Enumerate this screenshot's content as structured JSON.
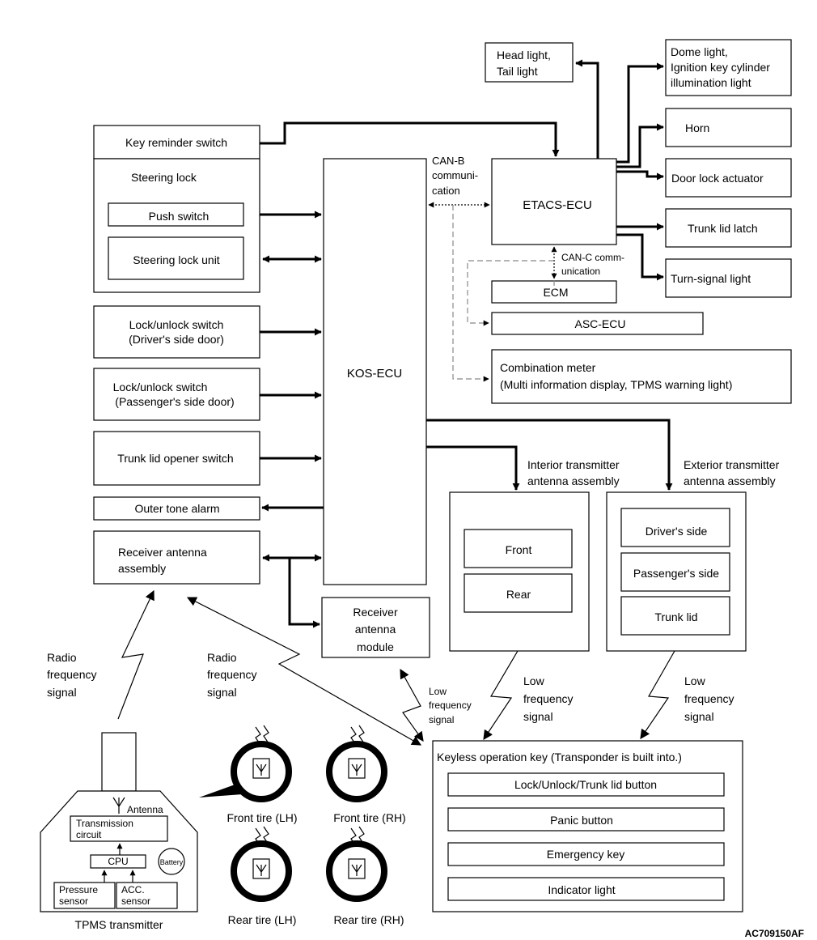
{
  "headlight": [
    "Head light,",
    "Tail light"
  ],
  "dome": [
    "Dome light,",
    "Ignition key cylinder",
    "illumination light"
  ],
  "horn": "Horn",
  "door_lock": "Door lock actuator",
  "trunk_latch": "Trunk lid latch",
  "turn_signal": "Turn-signal light",
  "key_reminder": "Key reminder switch",
  "steering_lock": "Steering lock",
  "push_switch": "Push switch",
  "steering_lock_unit": "Steering lock unit",
  "lock_driver": [
    "Lock/unlock switch",
    "(Driver's side door)"
  ],
  "lock_passenger": [
    "Lock/unlock switch",
    "(Passenger's side door)"
  ],
  "trunk_opener": "Trunk lid opener switch",
  "outer_tone": "Outer tone alarm",
  "receiver_assy": [
    "Receiver antenna",
    "assembly"
  ],
  "kos_ecu": "KOS-ECU",
  "canb": [
    "CAN-B",
    "communi-",
    "cation"
  ],
  "etacs": "ETACS-ECU",
  "canc": [
    "CAN-C comm-",
    "unication"
  ],
  "ecm": "ECM",
  "asc": "ASC-ECU",
  "combo": [
    "Combination meter",
    "(Multi information display, TPMS warning light)"
  ],
  "interior_title": [
    "Interior transmitter",
    "antenna assembly"
  ],
  "exterior_title": [
    "Exterior transmitter",
    "antenna assembly"
  ],
  "front": "Front",
  "rear": "Rear",
  "drivers_side": "Driver's side",
  "passengers_side": "Passenger's side",
  "trunk_lid": "Trunk lid",
  "receiver_module": [
    "Receiver",
    "antenna",
    "module"
  ],
  "radio1": [
    "Radio",
    "frequency",
    "signal"
  ],
  "radio2": [
    "Radio",
    "frequency",
    "signal"
  ],
  "low_small": [
    "Low",
    "frequency",
    "signal"
  ],
  "low_int": [
    "Low",
    "frequency",
    "signal"
  ],
  "low_ext": [
    "Low",
    "frequency",
    "signal"
  ],
  "keyless_title": "Keyless operation key (Transponder is built into.)",
  "key_buttons": [
    "Lock/Unlock/Trunk lid button",
    "Panic button",
    "Emergency key",
    "Indicator light"
  ],
  "antenna": "Antenna",
  "transmission": [
    "Transmission",
    "circuit"
  ],
  "cpu": "CPU",
  "battery": "Battery",
  "pressure": [
    "Pressure",
    "sensor"
  ],
  "acc": [
    "ACC.",
    "sensor"
  ],
  "tpms_label": "TPMS transmitter",
  "tires": [
    "Front tire (LH)",
    "Front tire (RH)",
    "Rear tire (LH)",
    "Rear tire (RH)"
  ],
  "code": "AC709150AF"
}
